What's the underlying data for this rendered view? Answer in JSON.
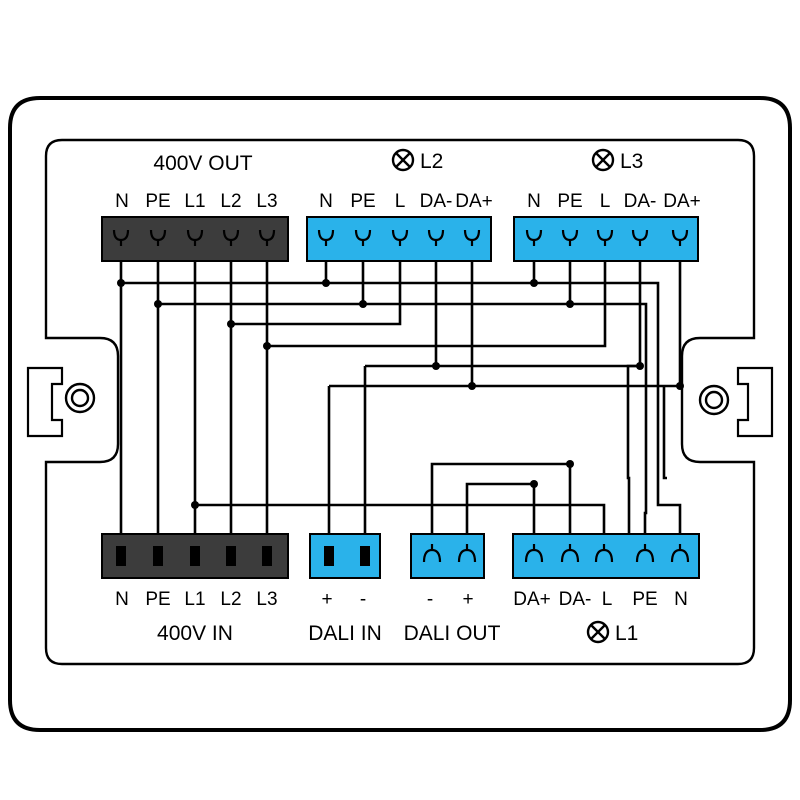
{
  "colors": {
    "housing_stroke": "#000000",
    "connector_dark": "#3c3c3c",
    "connector_blue": "#2ab2ea",
    "wire": "#000000"
  },
  "icons": [
    "lamp-icon",
    "screw-mount-icon"
  ],
  "blocks": {
    "out400": {
      "title": "400V OUT",
      "pins": [
        "N",
        "PE",
        "L1",
        "L2",
        "L3"
      ]
    },
    "l2": {
      "title": "L2",
      "pins": [
        "N",
        "PE",
        "L",
        "DA-",
        "DA+"
      ]
    },
    "l3": {
      "title": "L3",
      "pins": [
        "N",
        "PE",
        "L",
        "DA-",
        "DA+"
      ]
    },
    "in400": {
      "title": "400V IN",
      "pins": [
        "N",
        "PE",
        "L1",
        "L2",
        "L3"
      ]
    },
    "dali_in": {
      "title": "DALI IN",
      "pins": [
        "+",
        "-"
      ]
    },
    "dali_out": {
      "title": "DALI OUT",
      "pins": [
        "-",
        "+"
      ]
    },
    "l1": {
      "title": "L1",
      "pins": [
        "DA+",
        "DA-",
        "L",
        "PE",
        "N"
      ]
    }
  }
}
